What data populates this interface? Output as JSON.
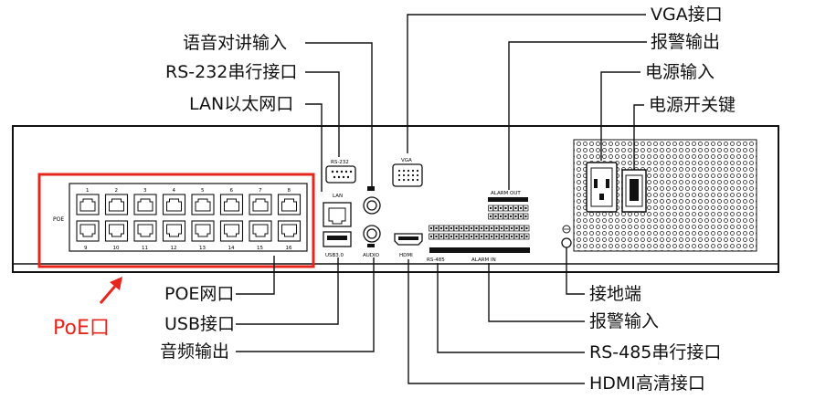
{
  "callouts_top_left": {
    "audio_talk": "语音对讲输入",
    "rs232": "RS-232串行接口",
    "lan": "LAN以太网口"
  },
  "callouts_top_right": {
    "vga": "VGA接口",
    "alarm_out": "报警输出",
    "power_in": "电源输入",
    "power_switch": "电源开关键"
  },
  "callouts_bottom_left": {
    "poe": "POE网口",
    "usb": "USB接口",
    "audio_out": "音频输出"
  },
  "callouts_bottom_right": {
    "ground": "接地端",
    "alarm_in": "报警输入",
    "rs485": "RS-485串行接口",
    "hdmi": "HDMI高清接口"
  },
  "highlight_label": "PoE口",
  "panel_labels": {
    "poe": "POE",
    "rs232": "RS-232",
    "lan": "LAN",
    "vga": "VGA",
    "usb": "USB3.0",
    "audio": "AUDIO",
    "hdmi": "HDMI",
    "rs485": "RS-485",
    "alarm_out": "ALARM OUT",
    "alarm_in": "ALARM IN",
    "port_numbers_top": [
      "1",
      "2",
      "3",
      "4",
      "5",
      "6",
      "7",
      "8"
    ],
    "port_numbers_bottom": [
      "9",
      "10",
      "11",
      "12",
      "13",
      "14",
      "15",
      "16"
    ]
  },
  "colors": {
    "highlight": "#e8251c",
    "line": "#111111"
  }
}
